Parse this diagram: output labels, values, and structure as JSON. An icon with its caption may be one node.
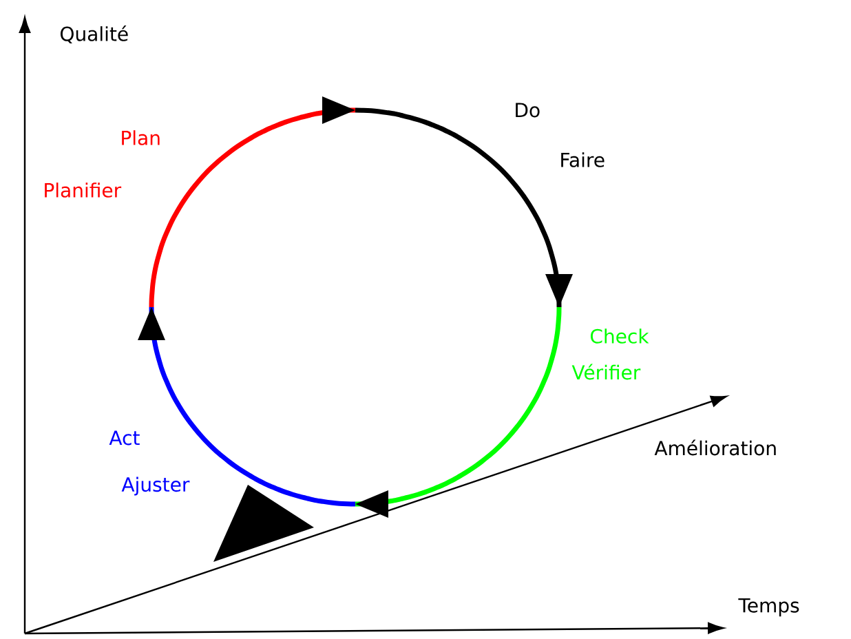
{
  "diagram": {
    "labels": [
      "Qualité",
      "Do",
      "Plan",
      "Faire",
      "Planifier",
      "Check",
      "Vérifier",
      "Amélioration",
      "Act",
      "Ajuster",
      "Temps"
    ]
  }
}
